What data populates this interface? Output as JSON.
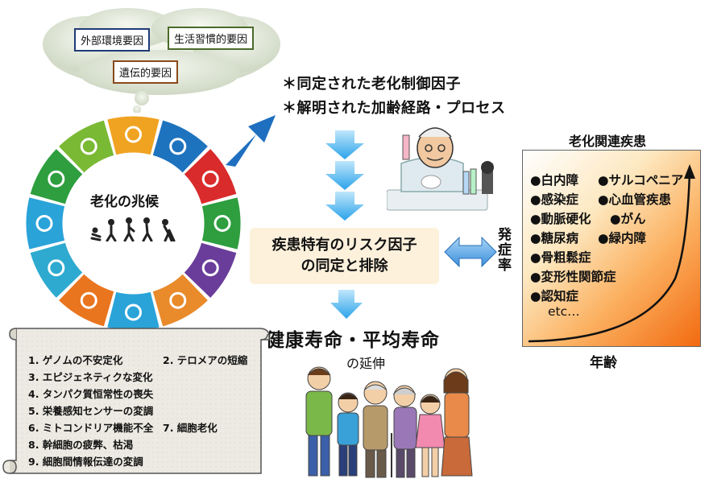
{
  "factors": {
    "environmental": "外部環境要因",
    "lifestyle": "生活習慣的要因",
    "genetic": "遺伝的要因"
  },
  "findings": {
    "line1": "＊同定された老化制御因子",
    "line2": "＊解明された加齢経路・プロセス"
  },
  "wheel": {
    "center_label": "老化の兆候",
    "segment_colors": [
      "#1e73be",
      "#d92b2b",
      "#2e9e3e",
      "#6a3d9a",
      "#e98a2b",
      "#2aa3d9",
      "#e9751f",
      "#2eaad0",
      "#2aa3d9",
      "#2e9e3e",
      "#7ab934",
      "#f0a321"
    ]
  },
  "risk_box": {
    "line1": "疾患特有のリスク因子",
    "line2": "の同定と排除"
  },
  "lifespan": {
    "main": "健康寿命・平均寿命",
    "sub": "の延伸"
  },
  "disease_chart": {
    "title": "老化関連疾患",
    "items": [
      "●白内障",
      "●サルコペニア",
      "●感染症",
      "●心血管疾患",
      "●動脈硬化",
      "●がん",
      "●糖尿病",
      "●緑内障",
      "●骨粗鬆症",
      "●変形性関節症",
      "●認知症",
      "etc…"
    ],
    "ylabel": "発症率",
    "xlabel": "年齢"
  },
  "hallmarks": {
    "items": [
      "1. ゲノムの不安定化",
      "2. テロメアの短縮",
      "3. エピジェネティクな変化",
      "4. タンパク質恒常性の喪失",
      "5. 栄養感知センサーの変調",
      "6. ミトコンドリア機能不全",
      "7. 細胞老化",
      "8. 幹細胞の疲弊、枯渇",
      "9. 細胞間情報伝達の変調"
    ]
  },
  "colors": {
    "arrow_blue": "#1e6fbf",
    "light_arrow": "#3fb0ee",
    "risk_box": "#fdf1dc",
    "cloud": "#dfe6d5"
  }
}
